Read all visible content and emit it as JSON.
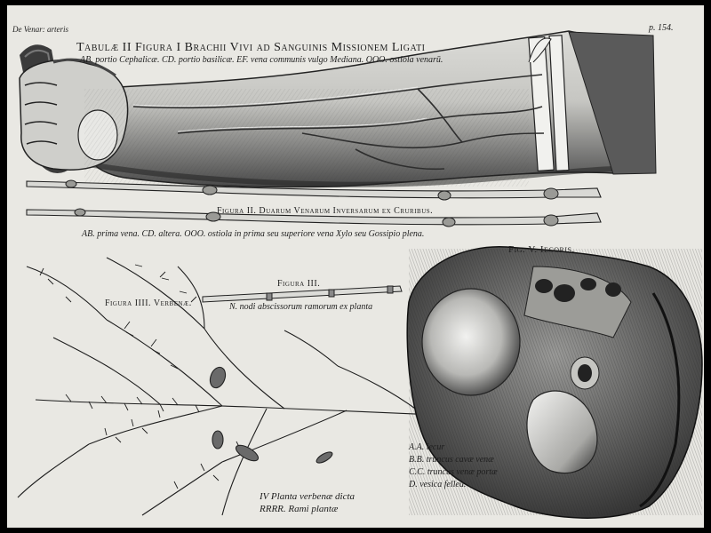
{
  "plate": {
    "running_head": "De Venar: arteris",
    "page_number": "p. 154.",
    "title": "Tabulæ II Figura I Brachii Vivi ad Sanguinis Missionem Ligati",
    "fig1_caption": "AB. portio Cephalicæ. CD. portio basilicæ. EF. vena communis vulgo Mediana. OOO. ostiola venarū.",
    "fig2_title": "Figura II. Duarum Venarum Inversarum ex Cruribus.",
    "fig2_caption": "AB. prima vena. CD. altera. OOO. ostiola in prima seu superiore vena Xylo seu Gossipio plena.",
    "fig3_title": "Figura III.",
    "fig3_caption": "N. nodi abscissorum ramorum ex planta",
    "fig4_title": "Figura IIII. Verbenæ.",
    "fig4_caption_1": "IV Planta verbenæ dicta",
    "fig4_caption_2": "RRRR. Rami plantæ",
    "fig5_title": "Fig. V. Iecoris.",
    "legend": [
      "A.A. iecur",
      "B.B. truncus cavæ venæ",
      "C.C. truncus venæ portæ",
      "D. vesica fellea."
    ]
  },
  "colors": {
    "frame": "#000000",
    "paper": "#e9e8e3",
    "ink": "#1e1e1e",
    "shade": "#8c8c8c"
  }
}
